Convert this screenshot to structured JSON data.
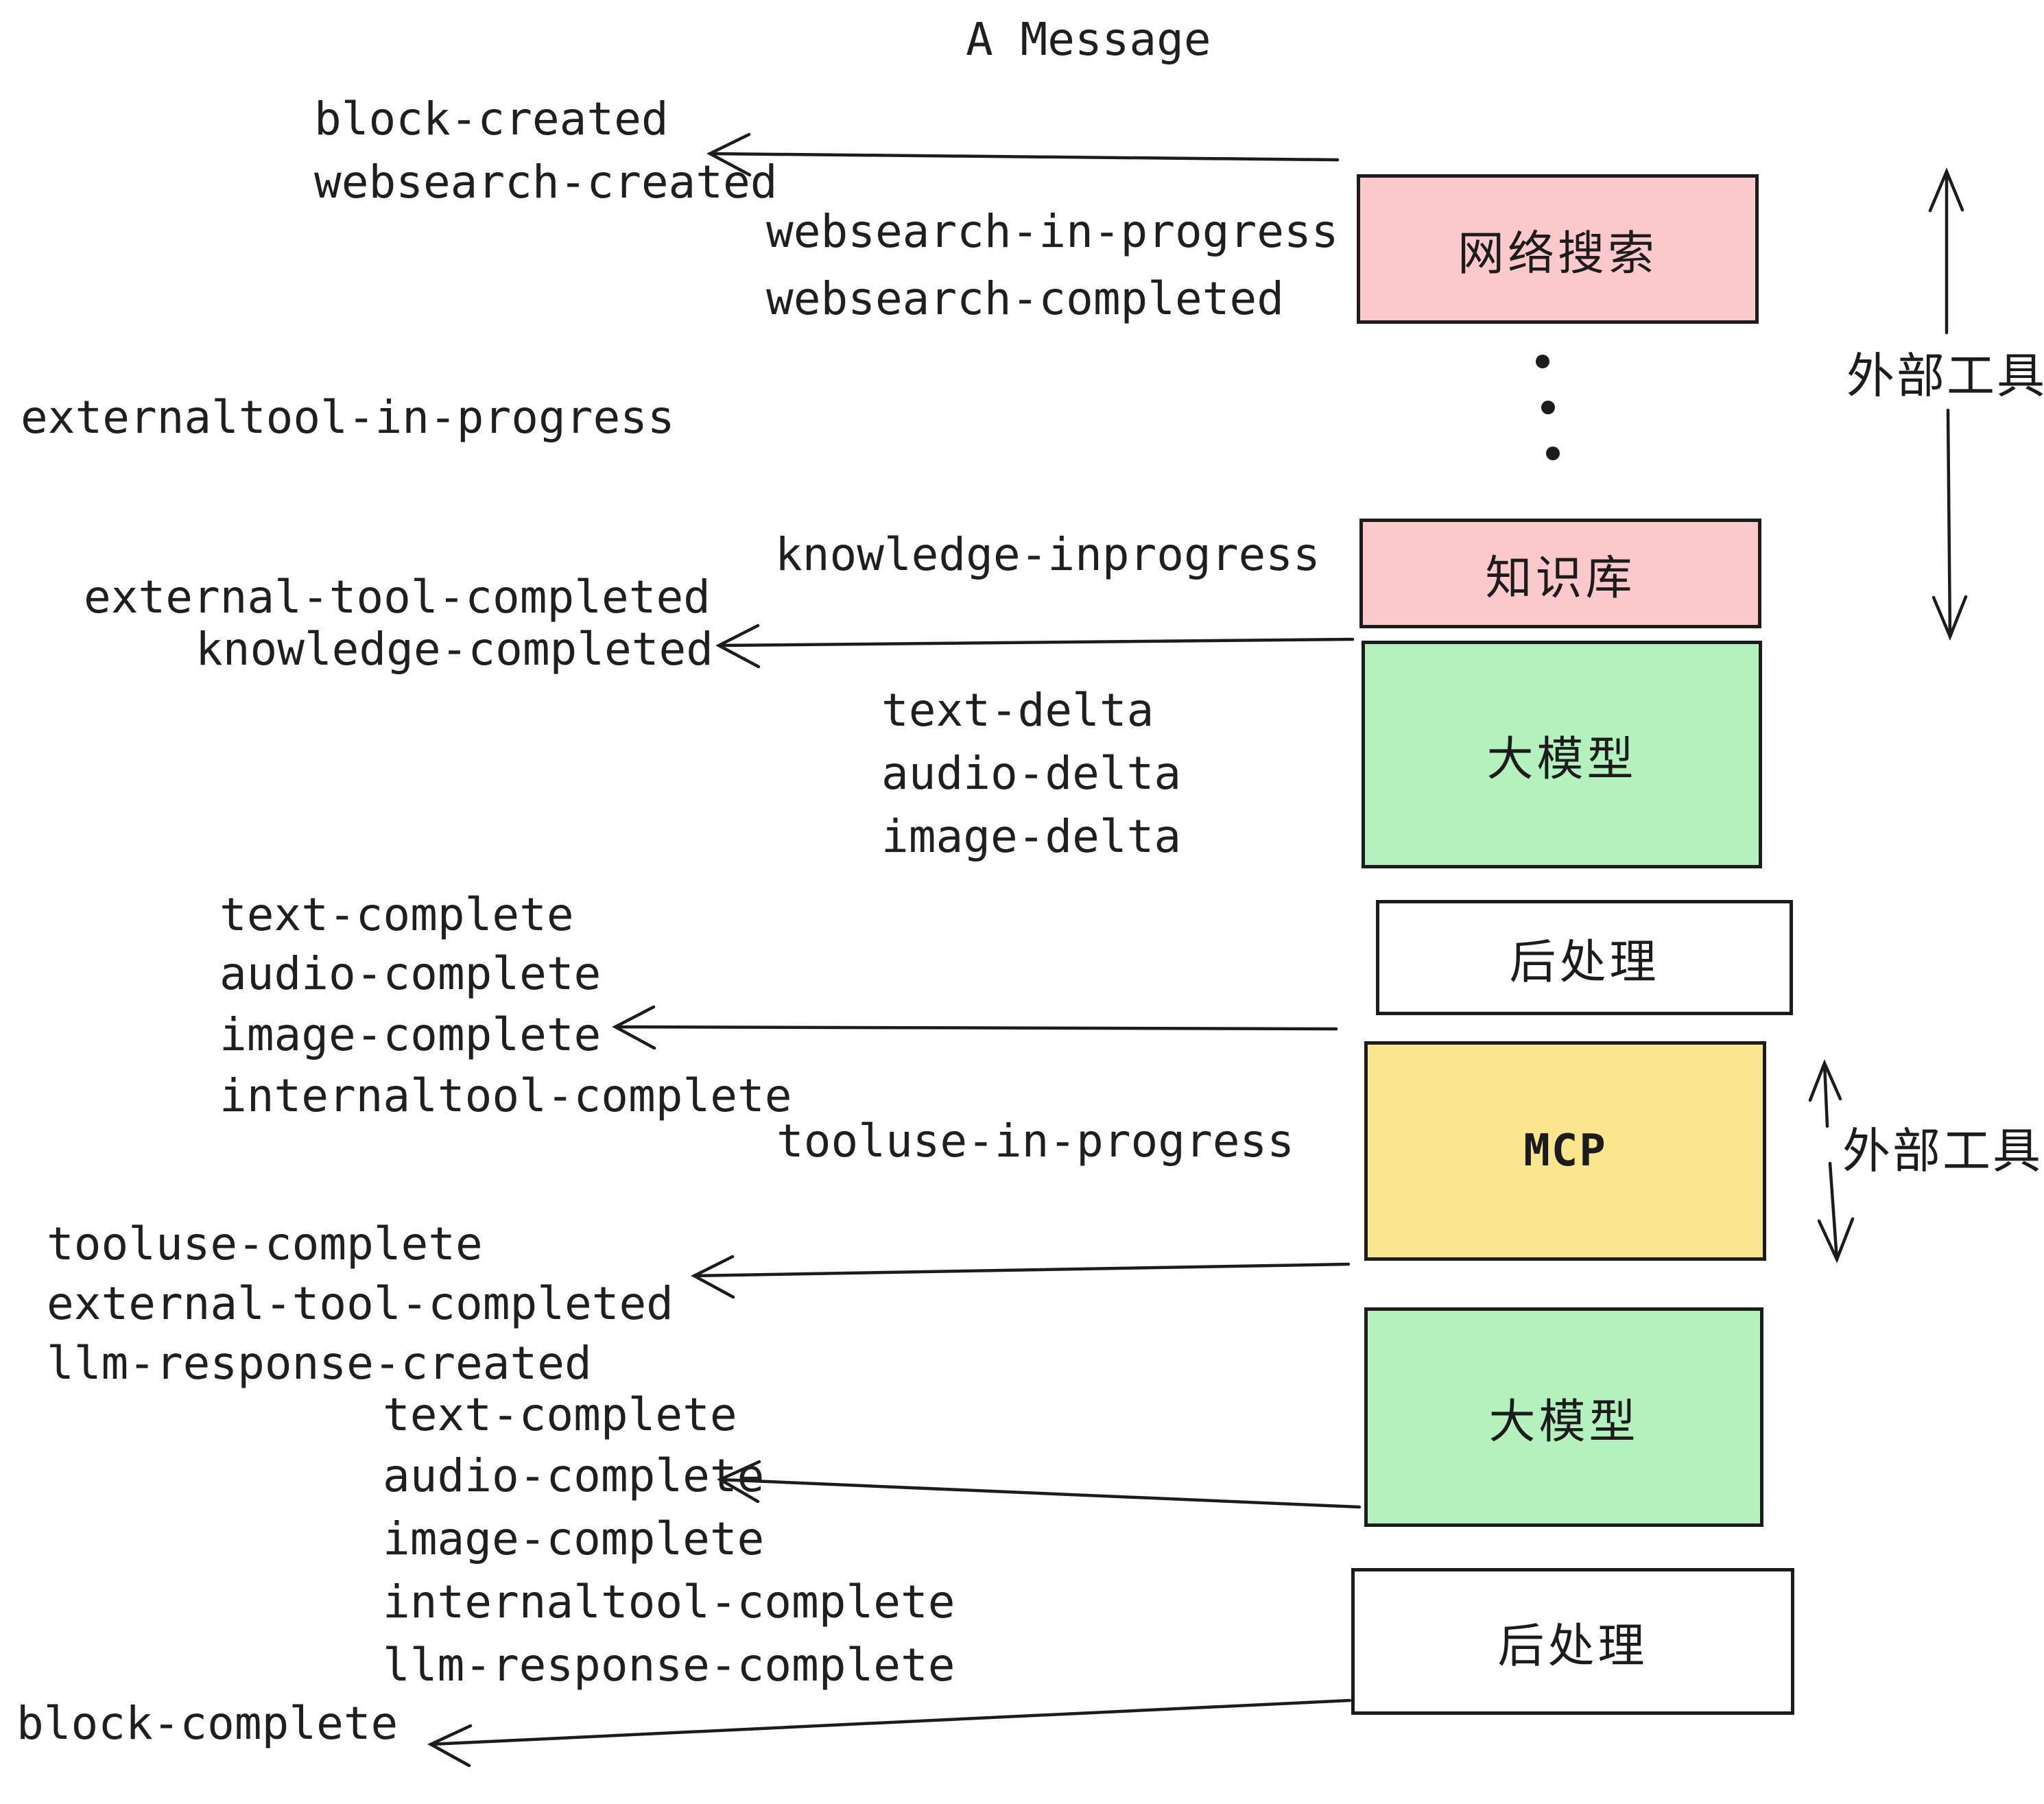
{
  "title": "A Message",
  "boxes": {
    "websearch": "网络搜索",
    "knowledge": "知识库",
    "llm1": "大模型",
    "post1": "后处理",
    "mcp": "MCP",
    "llm2": "大模型",
    "post2": "后处理"
  },
  "side_labels": {
    "external_tool_top": "外部工具",
    "external_tool_mid": "外部工具"
  },
  "events": {
    "block_created": "block-created",
    "websearch_created": "websearch-created",
    "websearch_in_progress": "websearch-in-progress",
    "websearch_completed": "websearch-completed",
    "externaltool_in_progress": "externaltool-in-progress",
    "knowledge_inprogress": "knowledge-inprogress",
    "external_tool_completed_1": "external-tool-completed",
    "knowledge_completed": "knowledge-completed",
    "text_delta_1": "text-delta",
    "audio_delta_1": "audio-delta",
    "image_delta_1": "image-delta",
    "text_complete_1": "text-complete",
    "audio_complete_1": "audio-complete",
    "image_complete_1": "image-complete",
    "internaltool_complete_1": "internaltool-complete",
    "tooluse_in_progress": "tooluse-in-progress",
    "tooluse_complete": "tooluse-complete",
    "external_tool_completed_2": "external-tool-completed",
    "llm_response_created": "llm-response-created",
    "text_complete_2": "text-complete",
    "audio_complete_2": "audio-complete",
    "image_complete_2": "image-complete",
    "internaltool_complete_2": "internaltool-complete",
    "llm_response_complete": "llm-response-complete",
    "block_complete": "block-complete"
  },
  "colors": {
    "box_pink": "#fbc8cb",
    "box_green": "#b5f0bf",
    "box_yellow": "#fae68c",
    "box_white": "#ffffff",
    "ink": "#1c1c1c"
  }
}
